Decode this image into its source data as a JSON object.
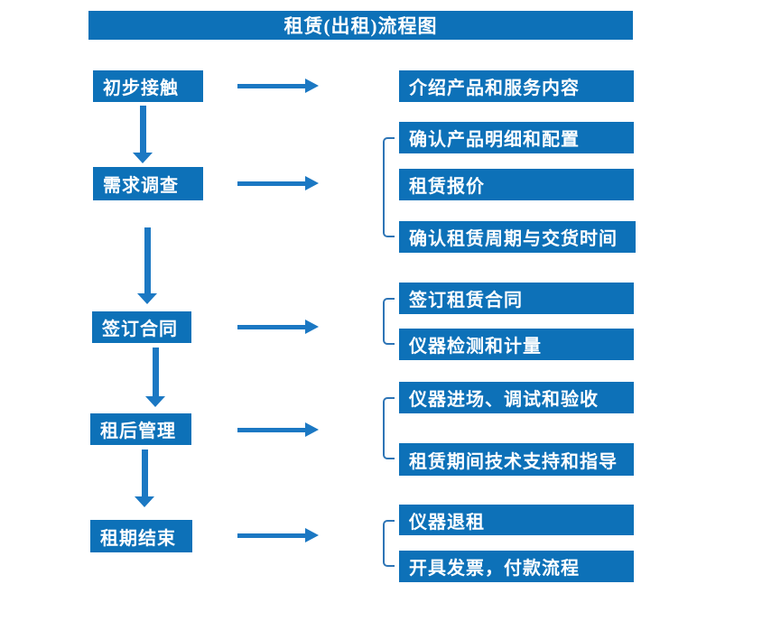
{
  "title": "租赁(出租)流程图",
  "colors": {
    "box_blue": "#0d71b8",
    "arrow_blue": "#1b78c3",
    "bracket_blue": "#2e75b6",
    "text_white": "#ffffff",
    "background": "#ffffff"
  },
  "left_steps": [
    {
      "id": "initial-contact",
      "label": "初步接触"
    },
    {
      "id": "demand-survey",
      "label": "需求调查"
    },
    {
      "id": "sign-contract",
      "label": "签订合同"
    },
    {
      "id": "post-rental-management",
      "label": "租后管理"
    },
    {
      "id": "lease-end",
      "label": "租期结束"
    }
  ],
  "right_boxes": [
    {
      "id": "intro-products-services",
      "label": "介绍产品和服务内容",
      "group": 1
    },
    {
      "id": "confirm-product-details",
      "label": "确认产品明细和配置",
      "group": 2
    },
    {
      "id": "rental-quote",
      "label": "租赁报价",
      "group": 2
    },
    {
      "id": "confirm-period-delivery",
      "label": "确认租赁周期与交货时间",
      "group": 2
    },
    {
      "id": "sign-rental-contract",
      "label": "签订租赁合同",
      "group": 3
    },
    {
      "id": "instrument-testing-metering",
      "label": "仪器检测和计量",
      "group": 3
    },
    {
      "id": "instrument-entry-acceptance",
      "label": "仪器进场、调试和验收",
      "group": 4
    },
    {
      "id": "rental-tech-support",
      "label": "租赁期间技术支持和指导",
      "group": 4
    },
    {
      "id": "instrument-return",
      "label": "仪器退租",
      "group": 5
    },
    {
      "id": "invoice-payment",
      "label": "开具发票，付款流程",
      "group": 5
    }
  ]
}
